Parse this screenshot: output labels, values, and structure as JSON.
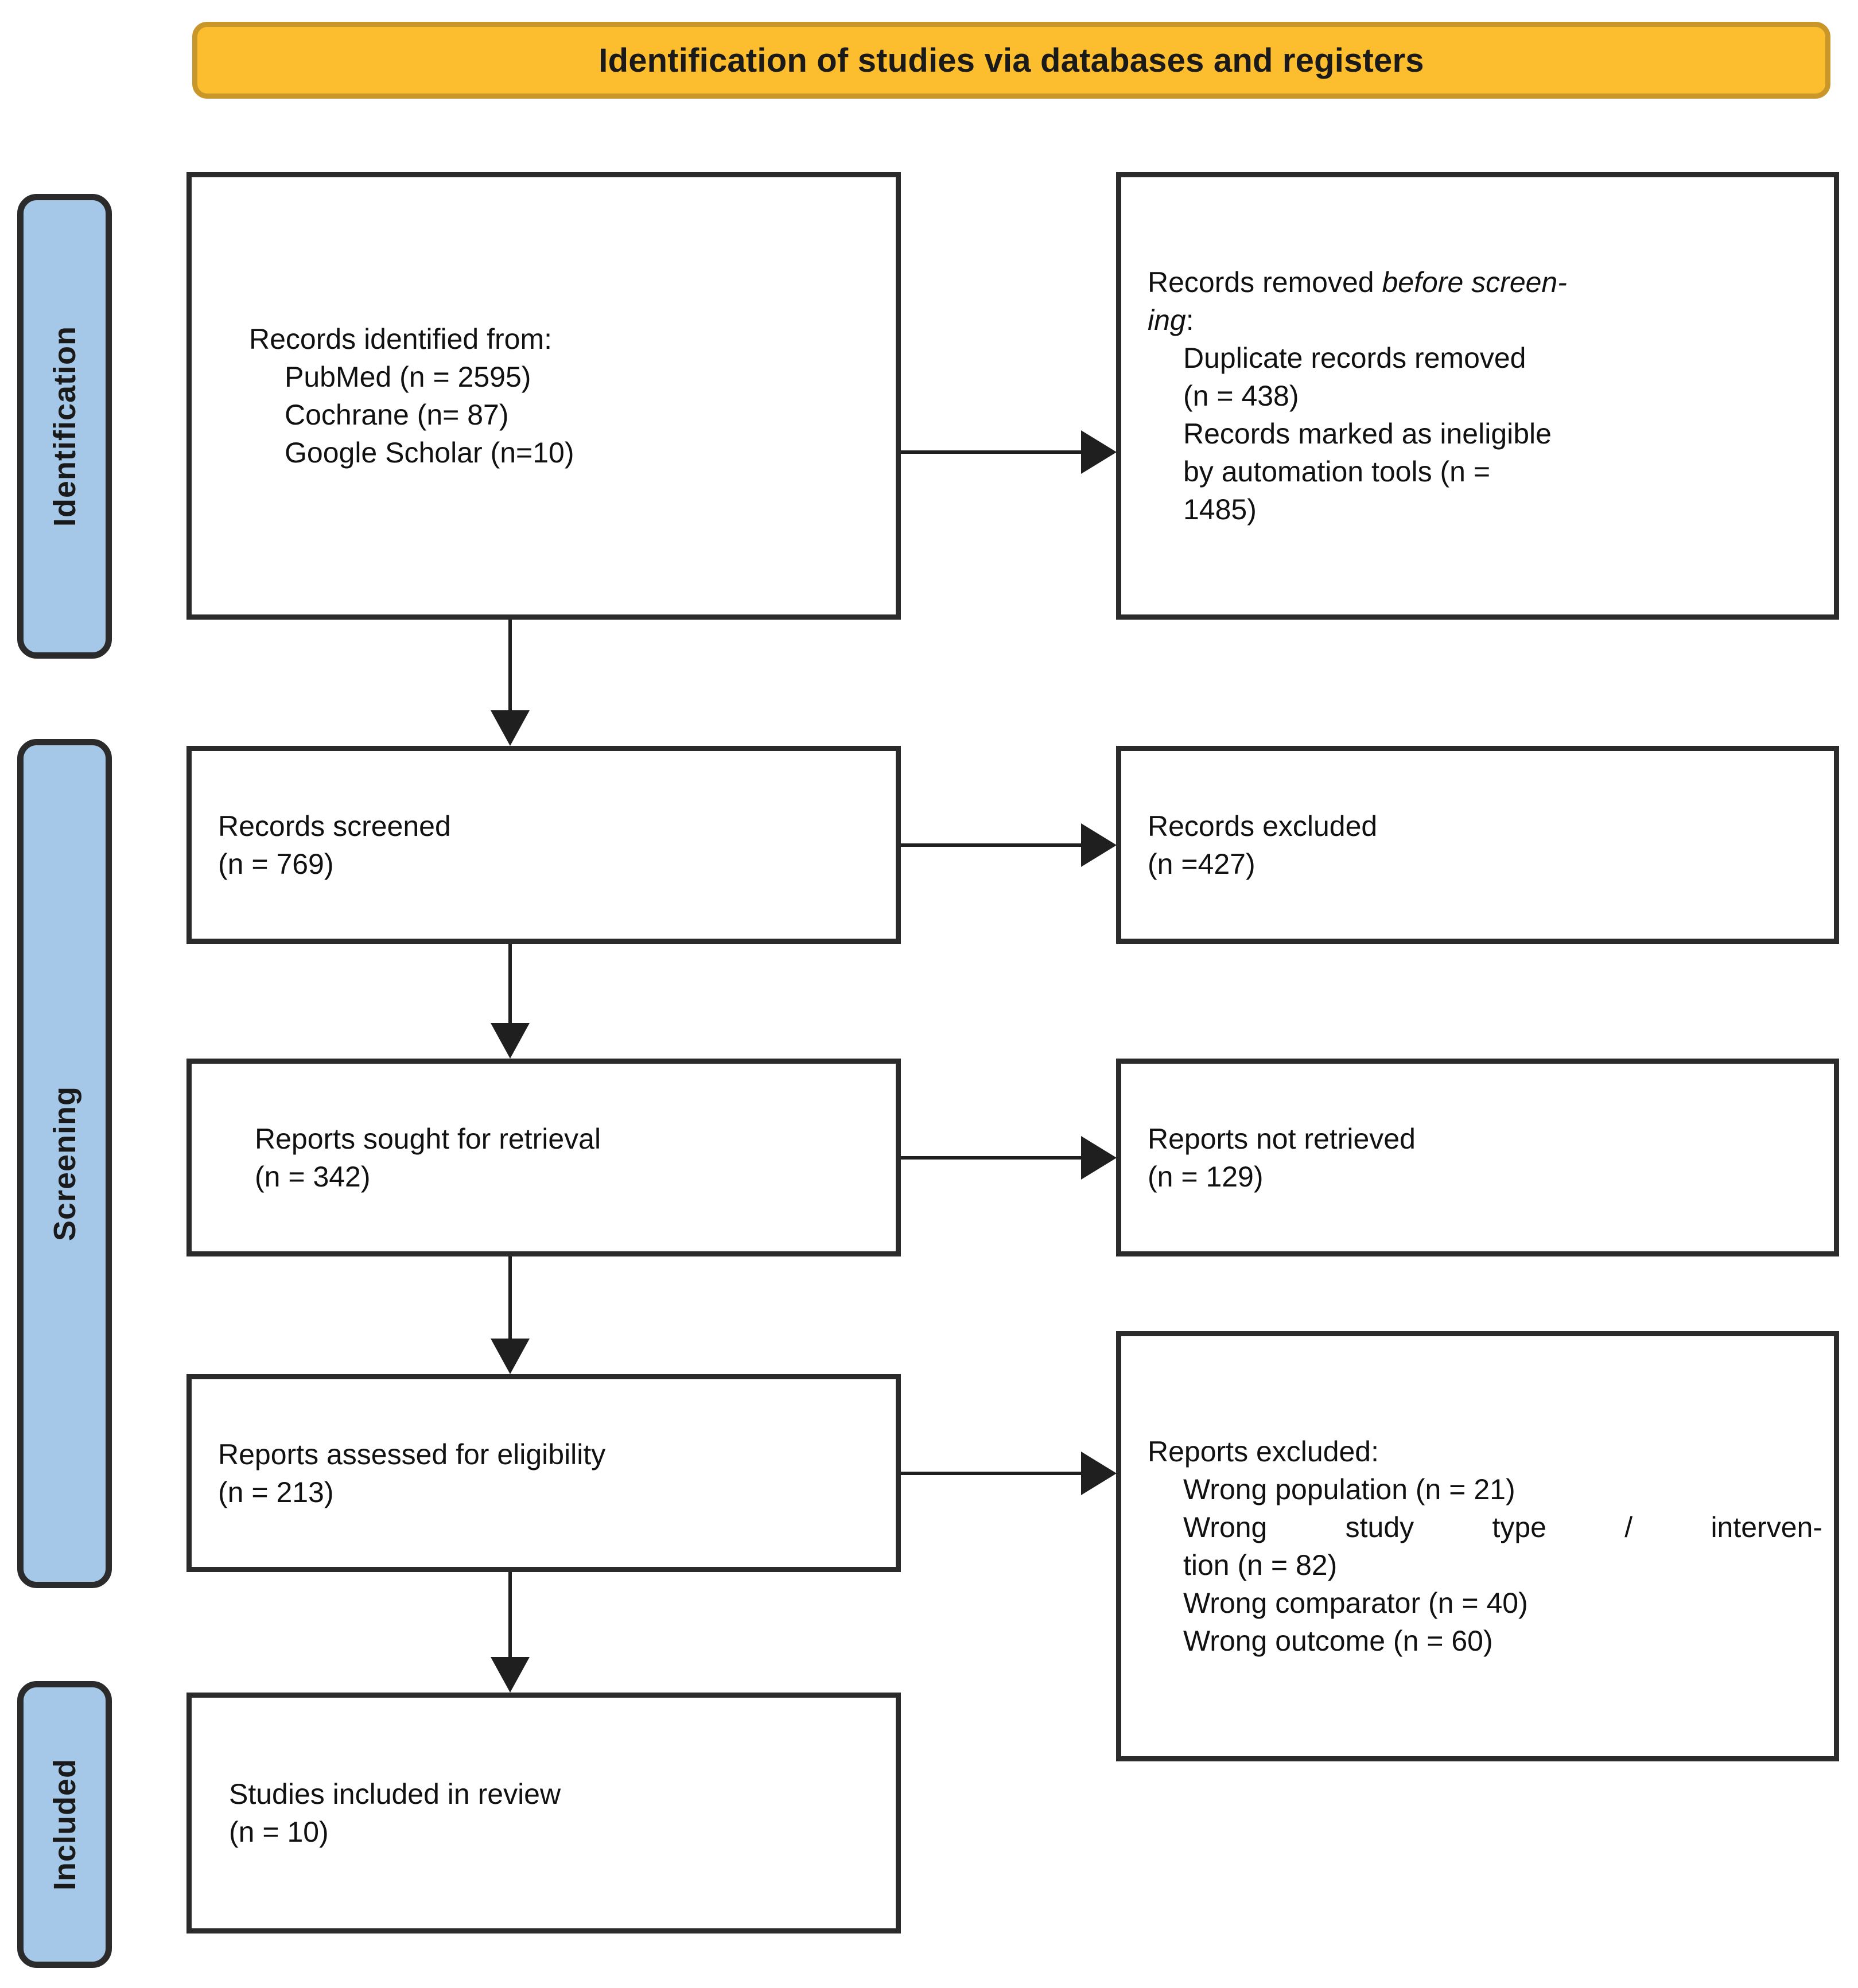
{
  "banner": {
    "title": "Identification of studies via databases and registers",
    "fill_color": "#FCBE2E",
    "border_color": "#C9962A"
  },
  "rails": {
    "fill_color": "#A5C8E8",
    "items": [
      {
        "label": "Identification"
      },
      {
        "label": "Screening"
      },
      {
        "label": "Included"
      }
    ]
  },
  "boxes": {
    "identified": {
      "line1": "Records identified from:",
      "line2": "PubMed (n = 2595)",
      "line3": "Cochrane (n= 87)",
      "line4": "Google Scholar (n=10)"
    },
    "removed": {
      "line1_plain": "Records removed ",
      "line1_italic": "before screen-",
      "line2_italic": "ing",
      "line2_plain": ":",
      "line3": "Duplicate records removed",
      "line4": "(n = 438)",
      "line5": "Records marked as ineligible",
      "line6": "by automation tools (n =",
      "line7": "1485)"
    },
    "screened": {
      "line1": "Records screened",
      "line2": "(n = 769)"
    },
    "records_excluded": {
      "line1": "Records excluded",
      "line2": "(n =427)"
    },
    "sought": {
      "line1": "Reports sought for retrieval",
      "line2": "(n = 342)"
    },
    "not_retrieved": {
      "line1": "Reports not retrieved",
      "line2": "(n = 129)"
    },
    "assessed": {
      "line1": "Reports assessed for eligibility",
      "line2": "(n = 213)"
    },
    "reports_excluded": {
      "line1": "Reports excluded:",
      "line2": "Wrong population (n = 21)",
      "line3a": "Wrong",
      "line3b": "study",
      "line3c": "type",
      "line3d": "/",
      "line3e": "interven-",
      "line4": "tion (n = 82)",
      "line5": "Wrong comparator (n = 40)",
      "line6": "Wrong outcome (n = 60)"
    },
    "included": {
      "line1": "Studies included in review",
      "line2": "(n = 10)"
    }
  },
  "chart_data": {
    "type": "diagram",
    "title": "Identification of studies via databases and registers",
    "stages": [
      "Identification",
      "Screening",
      "Included"
    ],
    "nodes": [
      {
        "id": "identified",
        "stage": "Identification",
        "label": "Records identified from",
        "sources": [
          {
            "name": "PubMed",
            "n": 2595
          },
          {
            "name": "Cochrane",
            "n": 87
          },
          {
            "name": "Google Scholar",
            "n": 10
          }
        ]
      },
      {
        "id": "removed",
        "stage": "Identification",
        "label": "Records removed before screening",
        "reasons": [
          {
            "name": "Duplicate records removed",
            "n": 438
          },
          {
            "name": "Records marked as ineligible by automation tools",
            "n": 1485
          }
        ]
      },
      {
        "id": "screened",
        "stage": "Screening",
        "label": "Records screened",
        "n": 769
      },
      {
        "id": "records_excluded",
        "stage": "Screening",
        "label": "Records excluded",
        "n": 427
      },
      {
        "id": "sought",
        "stage": "Screening",
        "label": "Reports sought for retrieval",
        "n": 342
      },
      {
        "id": "not_retrieved",
        "stage": "Screening",
        "label": "Reports not retrieved",
        "n": 129
      },
      {
        "id": "assessed",
        "stage": "Screening",
        "label": "Reports assessed for eligibility",
        "n": 213
      },
      {
        "id": "reports_excluded",
        "stage": "Screening",
        "label": "Reports excluded",
        "reasons": [
          {
            "name": "Wrong population",
            "n": 21
          },
          {
            "name": "Wrong study type / intervention",
            "n": 82
          },
          {
            "name": "Wrong comparator",
            "n": 40
          },
          {
            "name": "Wrong outcome",
            "n": 60
          }
        ]
      },
      {
        "id": "included",
        "stage": "Included",
        "label": "Studies included in review",
        "n": 10
      }
    ],
    "edges": [
      {
        "from": "identified",
        "to": "removed",
        "direction": "right"
      },
      {
        "from": "identified",
        "to": "screened",
        "direction": "down"
      },
      {
        "from": "screened",
        "to": "records_excluded",
        "direction": "right"
      },
      {
        "from": "screened",
        "to": "sought",
        "direction": "down"
      },
      {
        "from": "sought",
        "to": "not_retrieved",
        "direction": "right"
      },
      {
        "from": "sought",
        "to": "assessed",
        "direction": "down"
      },
      {
        "from": "assessed",
        "to": "reports_excluded",
        "direction": "right"
      },
      {
        "from": "assessed",
        "to": "included",
        "direction": "down"
      }
    ]
  }
}
